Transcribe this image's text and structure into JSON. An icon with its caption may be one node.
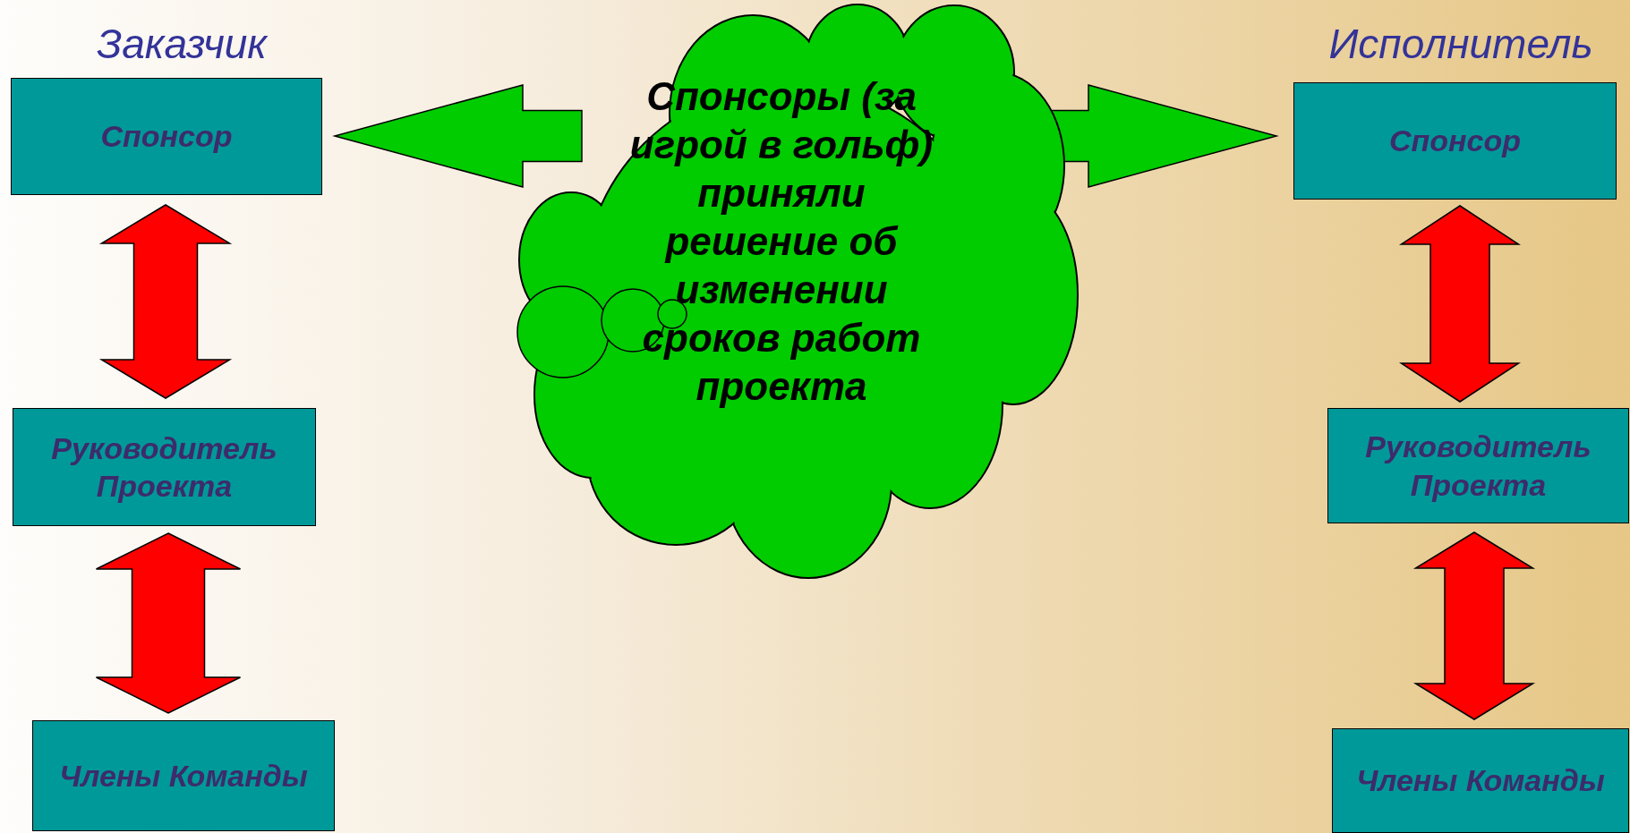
{
  "diagram": {
    "nodes": [
      {
        "text": [
          "Спонсор"
        ]
      },
      {
        "text": [
          "Спонсоры (за игрой в гольф) приняли решение об изменении сроков работ проекта"
        ]
      },
      {
        "text": [
          "Спонсор"
        ]
      },
      {
        "text": [
          "Руководитель Проекта"
        ]
      },
      {
        "text": [
          "Руководитель Проекта"
        ]
      },
      {
        "text": [
          "Члены Команды"
        ]
      },
      {
        "text": [
          "Члены Команды"
        ]
      }
    ],
    "edges": [
      {
        "from": 1,
        "to": 0,
        "arrow": "to",
        "color": "#00cc00"
      },
      {
        "from": 1,
        "to": 2,
        "arrow": "to",
        "color": "#00cc00"
      },
      {
        "from": 0,
        "to": 3,
        "arrow": "both"
      },
      {
        "from": 3,
        "to": 5,
        "arrow": "both"
      },
      {
        "from": 2,
        "to": 4,
        "arrow": "both"
      },
      {
        "from": 4,
        "to": 6,
        "arrow": "both"
      }
    ],
    "labels": [
      "Заказчик",
      "Исполнитель"
    ]
  }
}
